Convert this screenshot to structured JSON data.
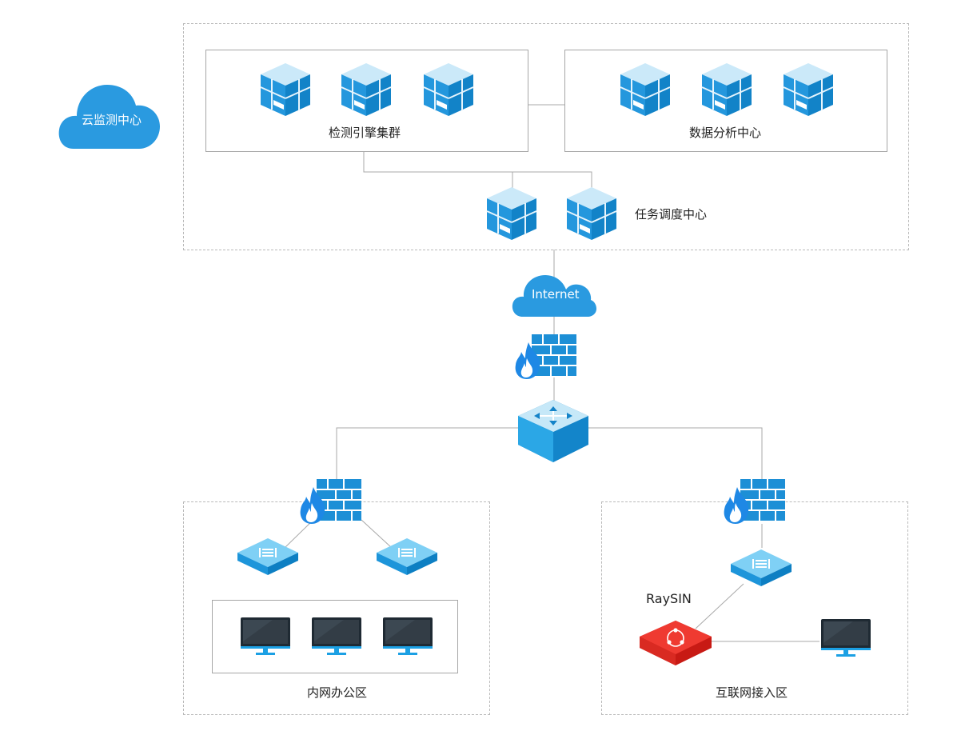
{
  "cloud_center": {
    "label": "云监测中心"
  },
  "engine_cluster": {
    "label": "检测引擎集群"
  },
  "data_center": {
    "label": "数据分析中心"
  },
  "task_center": {
    "label": "任务调度中心"
  },
  "internet": {
    "label": "Internet"
  },
  "office_zone": {
    "label": "内网办公区"
  },
  "access_zone": {
    "label": "互联网接入区",
    "raysin_label": "RaySIN"
  },
  "colors": {
    "cube_top": "#c8e8f8",
    "cube_left": "#1f96dc",
    "cube_right": "#0f7fc4",
    "cloud": "#2a9ae0",
    "firewall": "#1d8fd6",
    "flame": "#1e88e5",
    "raysin": "#e5251e",
    "monitor": "#1f2a33"
  }
}
